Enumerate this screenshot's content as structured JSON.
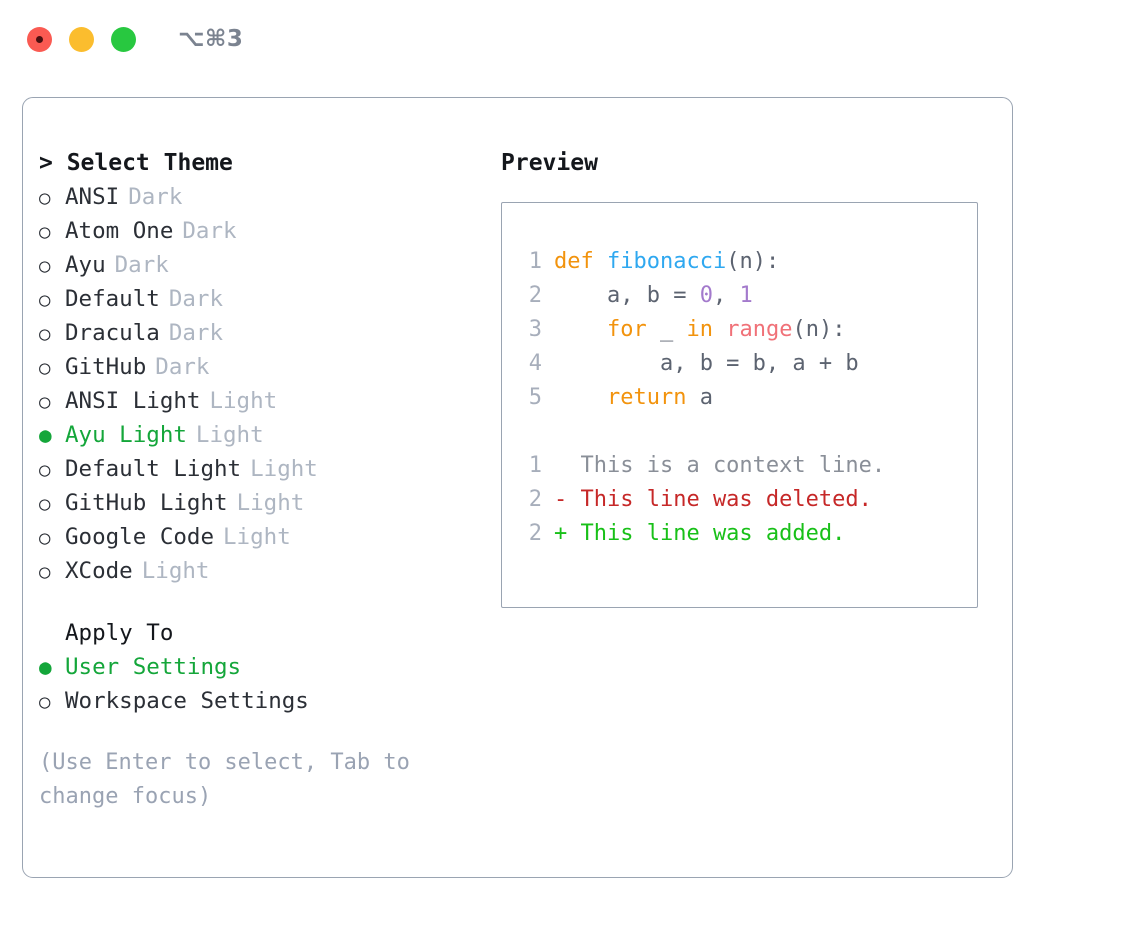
{
  "titlebar": {
    "shortcut": "⌥⌘3",
    "lights": [
      {
        "name": "close",
        "color": "#fa5a52"
      },
      {
        "name": "minimize",
        "color": "#fbbd2e"
      },
      {
        "name": "maximize",
        "color": "#28c840"
      }
    ]
  },
  "theme_section": {
    "header": "> Select Theme",
    "bullet_unselected": "○",
    "bullet_selected": "●",
    "options": [
      {
        "label": "ANSI",
        "tag": "Dark",
        "selected": false
      },
      {
        "label": "Atom One",
        "tag": "Dark",
        "selected": false
      },
      {
        "label": "Ayu",
        "tag": "Dark",
        "selected": false
      },
      {
        "label": "Default",
        "tag": "Dark",
        "selected": false
      },
      {
        "label": "Dracula",
        "tag": "Dark",
        "selected": false
      },
      {
        "label": "GitHub",
        "tag": "Dark",
        "selected": false
      },
      {
        "label": "ANSI Light",
        "tag": "Light",
        "selected": false
      },
      {
        "label": "Ayu Light",
        "tag": "Light",
        "selected": true
      },
      {
        "label": "Default Light",
        "tag": "Light",
        "selected": false
      },
      {
        "label": "GitHub Light",
        "tag": "Light",
        "selected": false
      },
      {
        "label": "Google Code",
        "tag": "Light",
        "selected": false
      },
      {
        "label": "XCode",
        "tag": "Light",
        "selected": false
      }
    ]
  },
  "apply_section": {
    "title": "Apply To",
    "options": [
      {
        "label": "User Settings",
        "selected": true
      },
      {
        "label": "Workspace Settings",
        "selected": false
      }
    ]
  },
  "hint": "(Use Enter to select, Tab to change focus)",
  "preview": {
    "title": "Preview",
    "code_lines": [
      {
        "lineno": "1",
        "tokens": [
          {
            "text": "def ",
            "type": "kw"
          },
          {
            "text": "fibonacci",
            "type": "fn"
          },
          {
            "text": "(n):",
            "type": "punc"
          }
        ]
      },
      {
        "lineno": "2",
        "tokens": [
          {
            "text": "    a, b = ",
            "type": "var"
          },
          {
            "text": "0",
            "type": "num"
          },
          {
            "text": ", ",
            "type": "punc"
          },
          {
            "text": "1",
            "type": "num"
          }
        ]
      },
      {
        "lineno": "3",
        "tokens": [
          {
            "text": "    ",
            "type": "var"
          },
          {
            "text": "for",
            "type": "kw"
          },
          {
            "text": " _ ",
            "type": "var"
          },
          {
            "text": "in",
            "type": "kw"
          },
          {
            "text": " ",
            "type": "var"
          },
          {
            "text": "range",
            "type": "call"
          },
          {
            "text": "(n):",
            "type": "punc"
          }
        ]
      },
      {
        "lineno": "4",
        "tokens": [
          {
            "text": "        a, b = b, a + b",
            "type": "var"
          }
        ]
      },
      {
        "lineno": "5",
        "tokens": [
          {
            "text": "    ",
            "type": "var"
          },
          {
            "text": "return",
            "type": "kw"
          },
          {
            "text": " a",
            "type": "var"
          }
        ]
      }
    ],
    "diff_lines": [
      {
        "lineno": "1",
        "tokens": [
          {
            "text": "  This is a context line.",
            "type": "ctx"
          }
        ]
      },
      {
        "lineno": "2",
        "tokens": [
          {
            "text": "- This line was deleted.",
            "type": "del"
          }
        ]
      },
      {
        "lineno": "2",
        "tokens": [
          {
            "text": "+ This line was added.",
            "type": "add"
          }
        ]
      }
    ]
  },
  "colors": {
    "accent_green": "#14a63a",
    "border": "#9aa4b2",
    "muted": "#aeb6c2",
    "hint": "#9aa3b3",
    "keyword": "#f2930d",
    "function": "#2fa8f0",
    "number": "#a37acc",
    "call": "#f07178",
    "text": "#5c6370",
    "diff_add": "#18c018",
    "diff_del": "#c62828"
  }
}
